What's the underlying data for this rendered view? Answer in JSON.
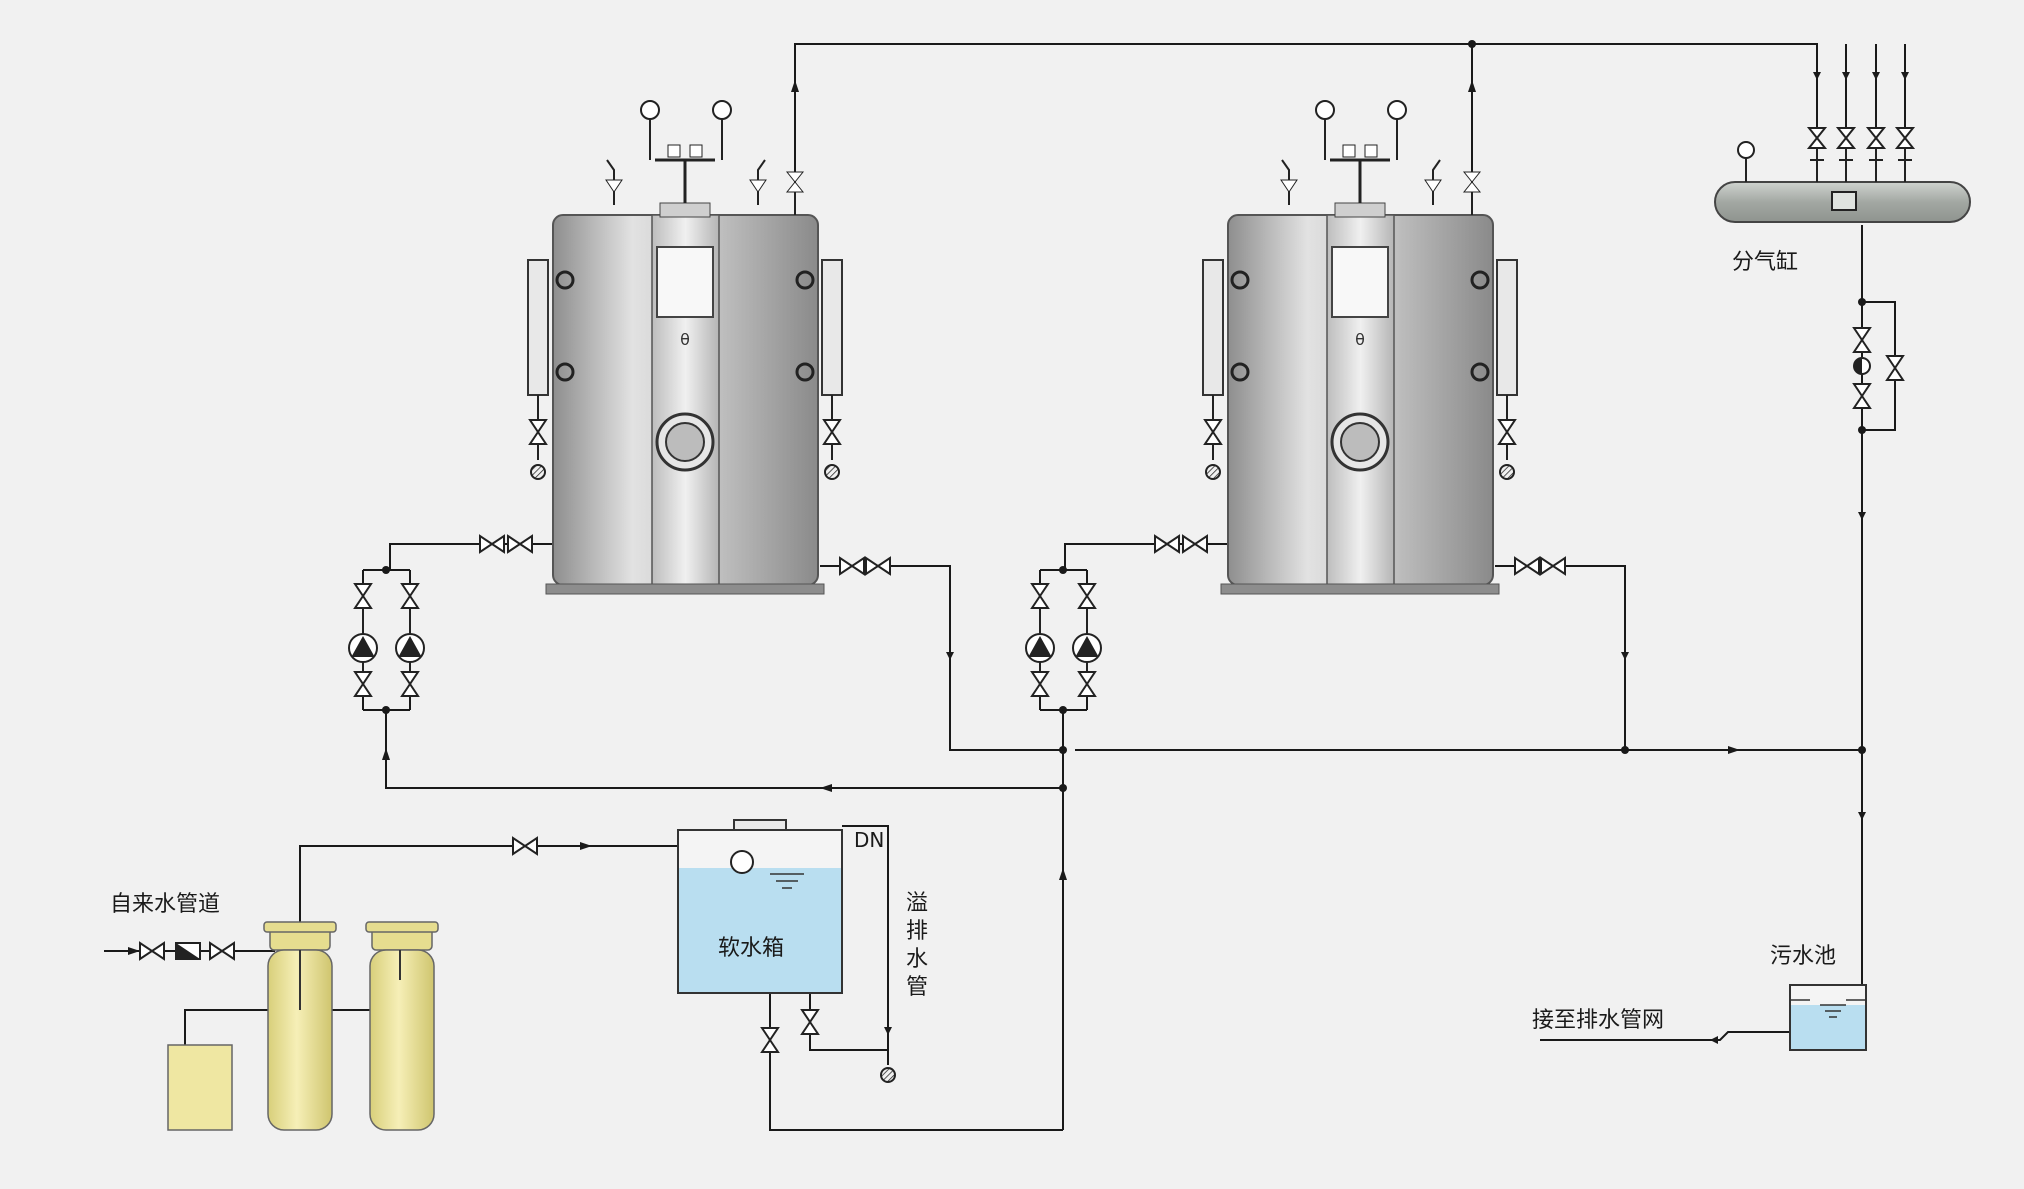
{
  "labels": {
    "steam_header": "分气缸",
    "tap_water": "自来水管道",
    "soft_water_tank": "软水箱",
    "overflow_drain": "溢排水管",
    "sewage_pool": "污水池",
    "to_drain_network": "接至排水管网",
    "dn": "DN"
  },
  "colors": {
    "pipe": "#1a1a1a",
    "water": "#b9def0",
    "softener": "#efe7a2",
    "boiler_shell": "#b4b4b4",
    "header": "#a9aea9"
  }
}
